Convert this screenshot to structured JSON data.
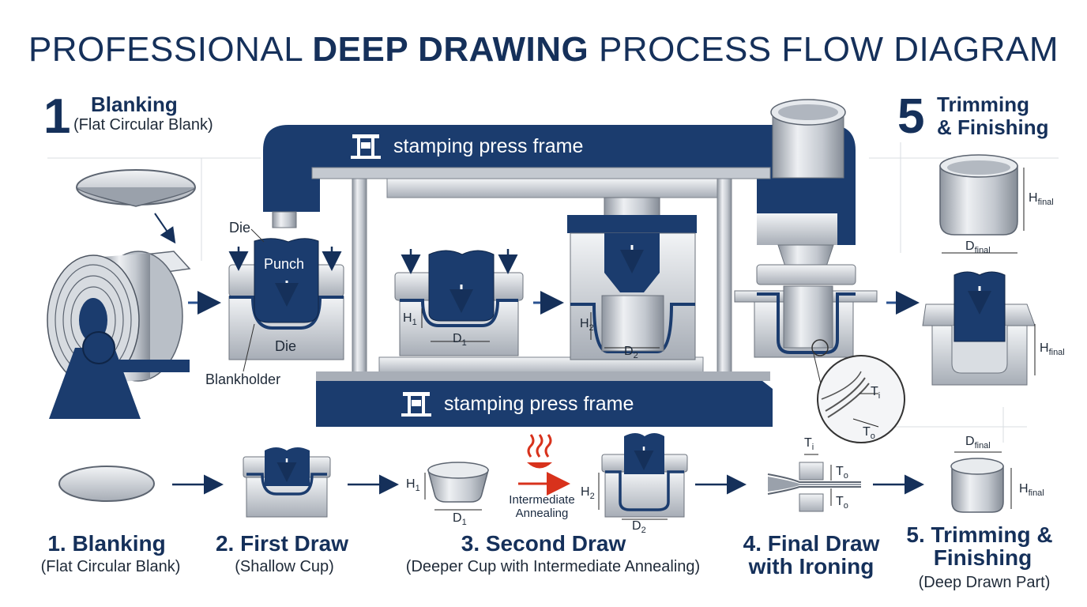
{
  "title": {
    "prefix": "PROFESSIONAL ",
    "bold": "DEEP DRAWING",
    "suffix": " PROCESS FLOW DIAGRAM"
  },
  "top": {
    "step1": {
      "number": "1",
      "title": "Blanking",
      "subtitle": "(Flat Circular Blank)"
    },
    "step5": {
      "number": "5",
      "title_line1": "Trimming",
      "title_line2": "& Finishing"
    },
    "labels": {
      "die_top": "Die",
      "punch": "Punch",
      "die_bottom": "Die",
      "blankholder": "Blankholder"
    },
    "frame_top": "stamping press frame",
    "frame_bottom": "stamping press frame",
    "dims": {
      "h1": "H",
      "h1_sub": "1",
      "d1": "D",
      "d1_sub": "1",
      "h2": "H",
      "h2_sub": "2",
      "d2": "D",
      "d2_sub": "2",
      "ti": "T",
      "ti_sub": "i",
      "to": "T",
      "to_sub": "o",
      "hfinal": "H",
      "hfinal_sub": "final",
      "dfinal": "D",
      "dfinal_sub": "final",
      "hfinal2": "H",
      "hfinal2_sub": "final"
    }
  },
  "bottom": {
    "annealing": "Intermediate\nAnnealing",
    "dims": {
      "h1": "H",
      "h1_sub": "1",
      "d1": "D",
      "d1_sub": "1",
      "h2": "H",
      "h2_sub": "2",
      "d2": "D",
      "d2_sub": "2",
      "ti": "T",
      "ti_sub": "i",
      "to1": "T",
      "to1_sub": "o",
      "to2": "T",
      "to2_sub": "o",
      "dfinal": "D",
      "dfinal_sub": "final",
      "hfinal": "H",
      "hfinal_sub": "final"
    },
    "steps": [
      {
        "title": "1. Blanking",
        "subtitle": "(Flat Circular Blank)"
      },
      {
        "title": "2. First Draw",
        "subtitle": "(Shallow Cup)"
      },
      {
        "title": "3. Second Draw",
        "subtitle": "(Deeper Cup with Intermediate Annealing)"
      },
      {
        "title_line1": "4. Final Draw",
        "title_line2": "with Ironing"
      },
      {
        "title_line1": "5. Trimming &",
        "title_line2": "Finishing",
        "subtitle": "(Deep Drawn Part)"
      }
    ]
  },
  "colors": {
    "navy": "#1b3c6e",
    "dark_navy": "#15305a",
    "steel": "#c9ced5",
    "steel_dark": "#8d949e",
    "heat": "#d8321c"
  },
  "icons": [
    "press-icon",
    "arrow-right-icon",
    "arrow-down-icon",
    "heat-icon",
    "coil-icon"
  ]
}
